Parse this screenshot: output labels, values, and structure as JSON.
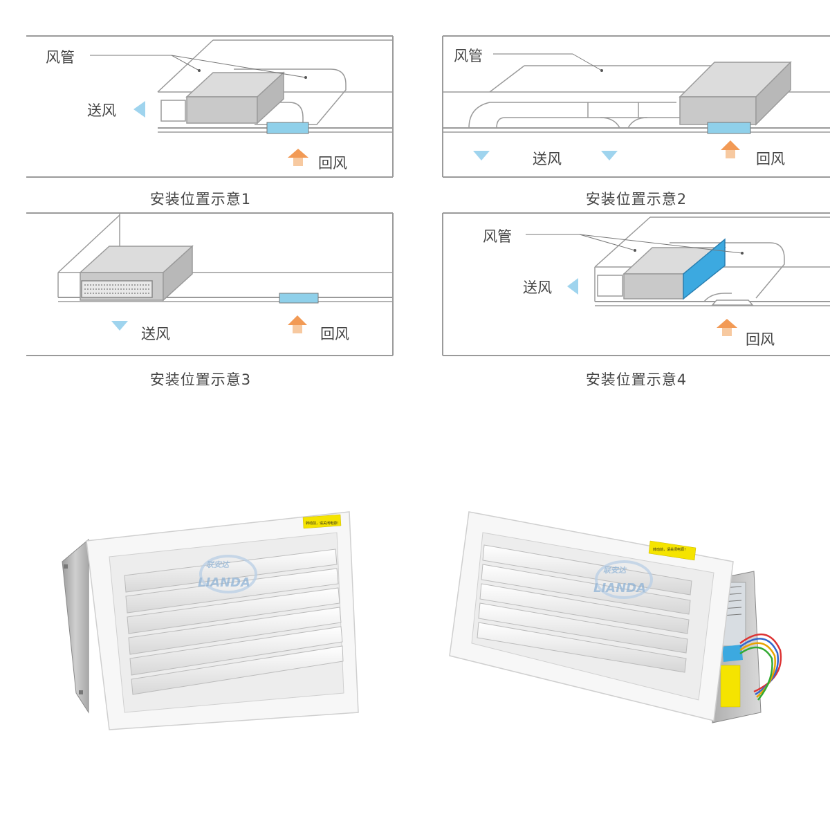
{
  "diagrams": [
    {
      "caption": "安装位置示意1",
      "duct_label": "风管",
      "supply_label": "送风",
      "return_label": "回风"
    },
    {
      "caption": "安装位置示意2",
      "duct_label": "风管",
      "supply_label": "送风",
      "return_label": "回风"
    },
    {
      "caption": "安装位置示意3",
      "supply_label": "送风",
      "return_label": "回风"
    },
    {
      "caption": "安装位置示意4",
      "duct_label": "风管",
      "supply_label": "送风",
      "return_label": "回风"
    }
  ],
  "products": [
    {
      "warning_label": "转动前，请关闭电源！",
      "logo_cn": "联安达",
      "logo_en": "LIANDA"
    },
    {
      "warning_label": "转动前，请关闭电源！",
      "logo_cn": "联安达",
      "logo_en": "LIANDA"
    }
  ],
  "colors": {
    "line": "#9a9a9a",
    "box_top": "#dcdcdc",
    "box_front": "#c8c8c8",
    "grille_blue": "#8fd0ea",
    "supply_arrow": "#9fd4ee",
    "return_arrow": "#f29a55"
  }
}
